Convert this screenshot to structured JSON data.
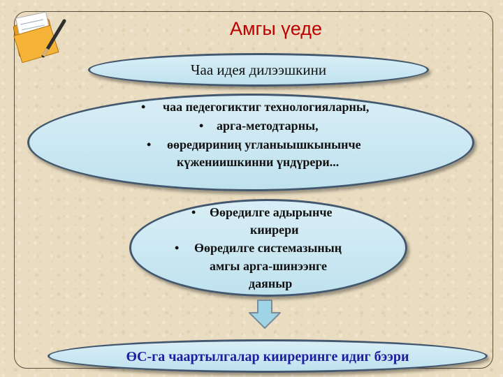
{
  "title": "Амгы үеде",
  "top_box": {
    "text": "Чаа идея дилээшкини"
  },
  "middle_box": {
    "b1": "чаа педегогиктиг технологияларны,",
    "b2": "арга-методтарны,",
    "b3_l1": "өөредириниң угланыышкынынче",
    "b3_l2": "күжениишкинни үндүрери..."
  },
  "lower_box": {
    "b1_l1": "Өөредилге адырынче",
    "b1_l2": "киирери",
    "b2_l1": "Өөредилге системазының",
    "b2_l2": "амгы арга-шинээнге",
    "b2_l3": "даяныр"
  },
  "bottom_box": {
    "text": "ӨС-га чаартылгалар киирерингe идиг бээри"
  },
  "icons": {
    "folder": "folder-with-pen-icon",
    "arrow": "down-arrow-icon"
  },
  "colors": {
    "title": "#c00000",
    "bottom_text": "#1f1f9e",
    "ellipse_fill": "#cdeaf3",
    "arrow": "#9fd4e6"
  }
}
